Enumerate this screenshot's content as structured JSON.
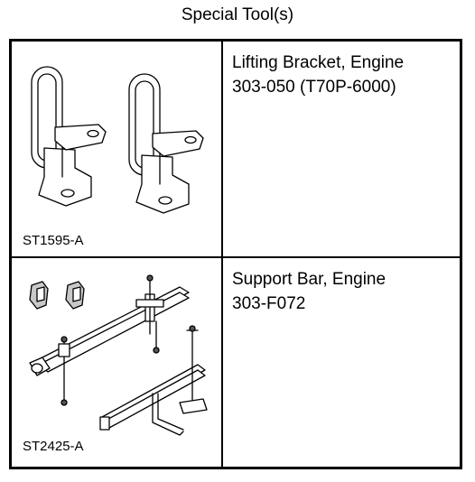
{
  "header": {
    "title": "Special Tool(s)"
  },
  "tools": [
    {
      "image_code": "ST1595-A",
      "name_line1": "Lifting Bracket, Engine",
      "name_line2": "303-050 (T70P-6000)"
    },
    {
      "image_code": "ST2425-A",
      "name_line1": "Support Bar, Engine",
      "name_line2": "303-F072"
    }
  ]
}
